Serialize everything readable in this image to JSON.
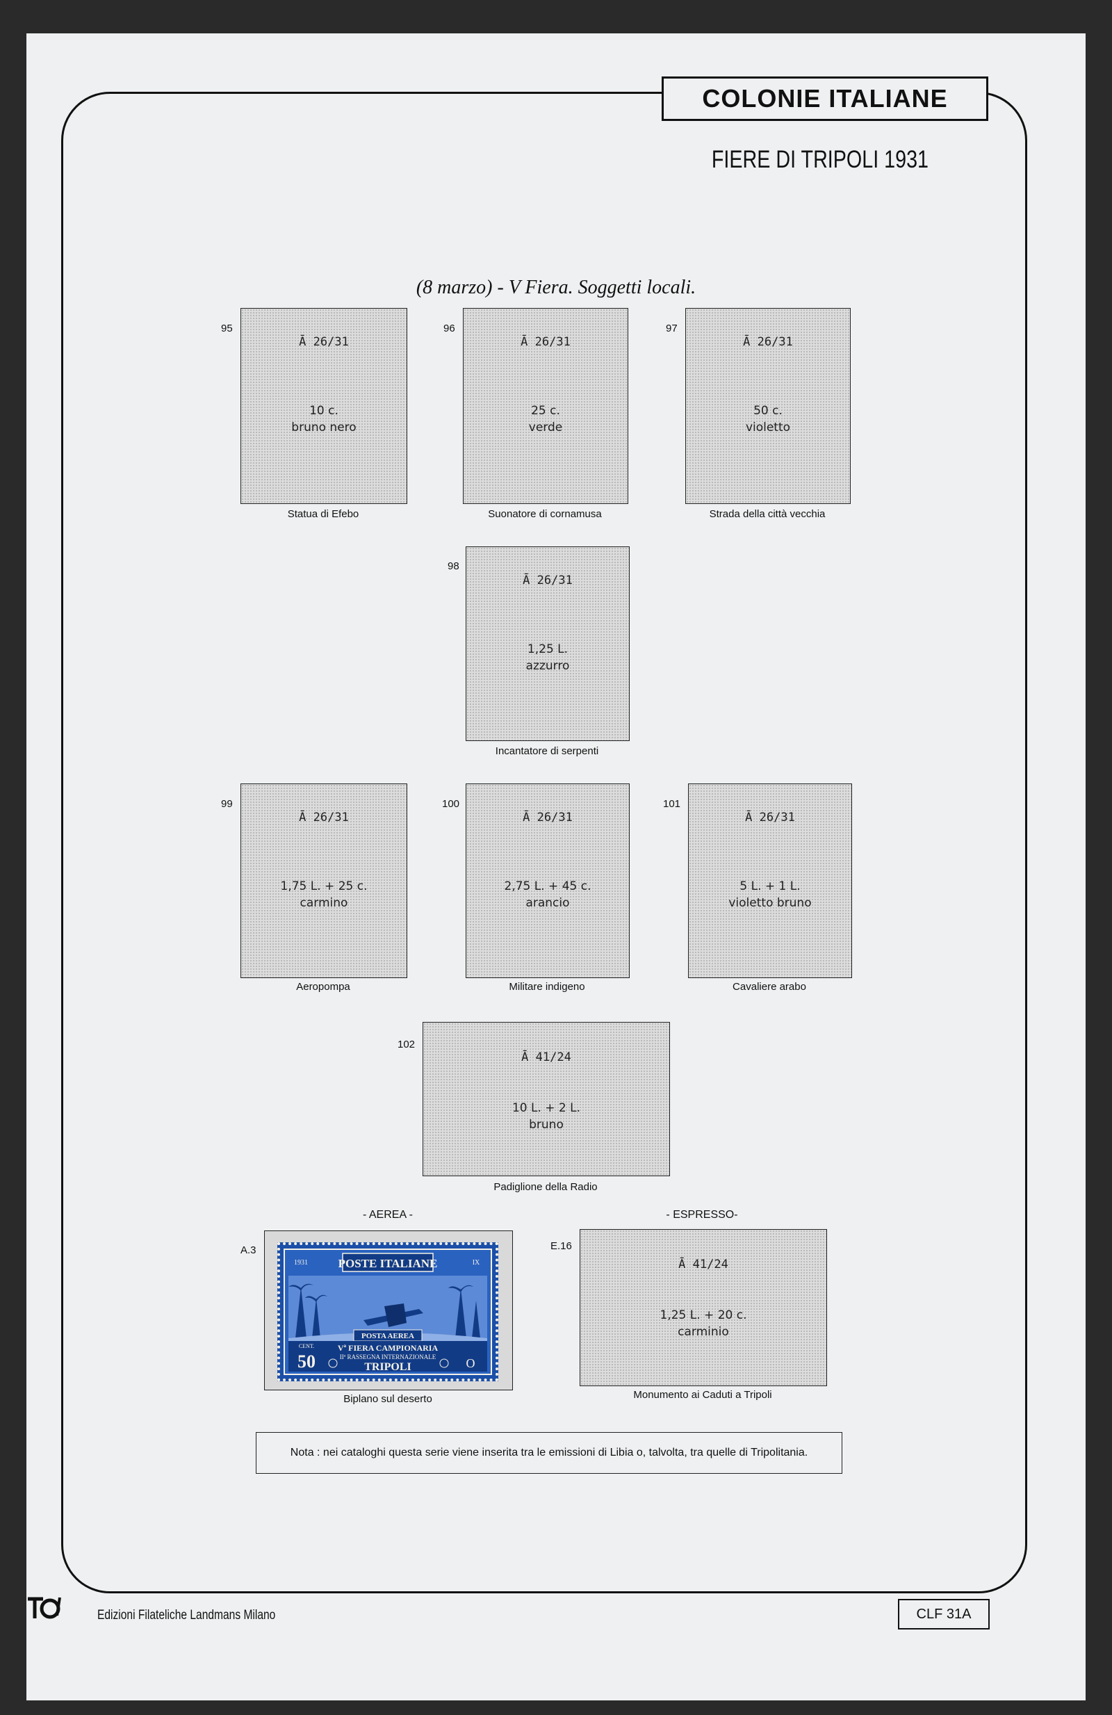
{
  "header": {
    "title": "COLONIE ITALIANE",
    "subtitle": "FIERE DI TRIPOLI 1931"
  },
  "series_heading": "(8 marzo) - V Fiera. Soggetti locali.",
  "stamps": [
    {
      "number": "95",
      "code": "Ā 26/31",
      "value": "10 c.",
      "color": "bruno nero",
      "caption": "Statua di Efebo"
    },
    {
      "number": "96",
      "code": "Ā 26/31",
      "value": "25 c.",
      "color": "verde",
      "caption": "Suonatore di cornamusa"
    },
    {
      "number": "97",
      "code": "Ā 26/31",
      "value": "50 c.",
      "color": "violetto",
      "caption": "Strada della città vecchia"
    },
    {
      "number": "98",
      "code": "Ā 26/31",
      "value": "1,25 L.",
      "color": "azzurro",
      "caption": "Incantatore di serpenti"
    },
    {
      "number": "99",
      "code": "Ā 26/31",
      "value": "1,75 L. + 25 c.",
      "color": "carmino",
      "caption": "Aeropompa"
    },
    {
      "number": "100",
      "code": "Ā 26/31",
      "value": "2,75 L. + 45 c.",
      "color": "arancio",
      "caption": "Militare indigeno"
    },
    {
      "number": "101",
      "code": "Ā 26/31",
      "value": "5 L. + 1 L.",
      "color": "violetto bruno",
      "caption": "Cavaliere arabo"
    },
    {
      "number": "102",
      "code": "Ā 41/24",
      "value": "10 L. + 2 L.",
      "color": "bruno",
      "caption": "Padiglione della Radio"
    }
  ],
  "air_section": {
    "label": "- AEREA -",
    "number": "A.3",
    "caption": "Biplano sul deserto",
    "stamp_text": {
      "year_left": "1931",
      "top": "POSTE ITALIANE",
      "year_right": "IX",
      "posta_aerea": "POSTA AEREA",
      "fiera": "Vª FIERA CAMPIONARIA",
      "rassegna": "IIª RASSEGNA INTERNAZIONALE",
      "city": "TRIPOLI",
      "value": "50",
      "cent": "CENT."
    }
  },
  "express_section": {
    "label": "- ESPRESSO-",
    "number": "E.16",
    "code": "Ā 41/24",
    "value": "1,25 L. + 20 c.",
    "color": "carminio",
    "caption": "Monumento ai Caduti a Tripoli"
  },
  "note": "Nota : nei cataloghi questa serie viene inserita tra le emissioni di Libia o, talvolta, tra quelle di Tripolitania.",
  "footer": {
    "publisher": "Edizioni Filateliche Landmans Milano",
    "page_code": "CLF 31A"
  },
  "colors": {
    "page": "#eef0f1",
    "stamp_blue": "#1b4fa8",
    "background": "#2a2a2a"
  }
}
